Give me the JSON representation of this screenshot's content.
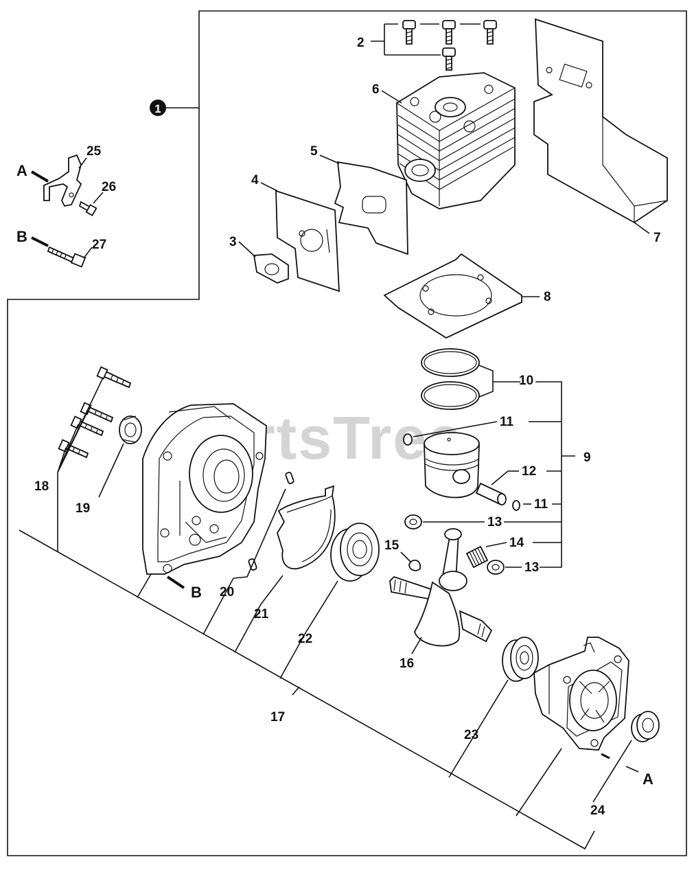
{
  "watermark": "PartsTree",
  "assembly_number": "1",
  "letters": {
    "a_inset": "A",
    "b_inset": "B",
    "b_main": "B",
    "a_main": "A"
  },
  "callouts": {
    "c2": "2",
    "c3": "3",
    "c4": "4",
    "c5": "5",
    "c6": "6",
    "c7": "7",
    "c8": "8",
    "c9": "9",
    "c10": "10",
    "c11a": "11",
    "c11b": "11",
    "c12": "12",
    "c13a": "13",
    "c13b": "13",
    "c14": "14",
    "c15": "15",
    "c16": "16",
    "c17": "17",
    "c18": "18",
    "c19": "19",
    "c20": "20",
    "c21": "21",
    "c22": "22",
    "c23": "23",
    "c24": "24",
    "c25": "25",
    "c26": "26",
    "c27": "27"
  }
}
